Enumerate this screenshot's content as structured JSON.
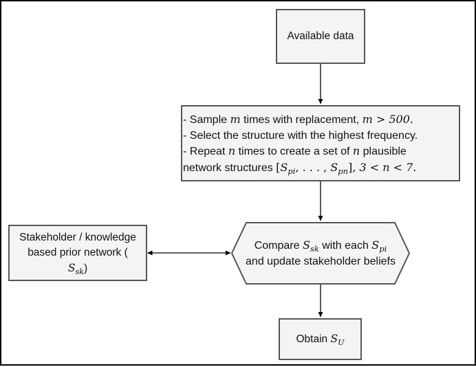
{
  "nodes": {
    "available_data": {
      "label": "Available data"
    },
    "sampling": {
      "line1_pre": "- Sample ",
      "line1_var": "m",
      "line1_mid": " times with replacement, ",
      "line1_cond": "m > 500.",
      "line2": "- Select the structure with the highest frequency.",
      "line3_pre": "- Repeat ",
      "line3_var": "n",
      "line3_mid": " times to create a set of ",
      "line3_var2": "n",
      "line3_post": " plausible",
      "line4_pre": "network structures ",
      "line4_set_open": "[",
      "line4_s1_base": "S",
      "line4_s1_sub": "pi",
      "line4_dots": ", . . . , ",
      "line4_s2_base": "S",
      "line4_s2_sub": "pn",
      "line4_set_close": "]",
      "line4_cond": ", 3 < n < 7."
    },
    "stakeholder": {
      "line1": "Stakeholder / knowledge",
      "line2": "based prior network (",
      "sym_base": "S",
      "sym_sub": "sk",
      "close": ")"
    },
    "compare": {
      "pre": "Compare ",
      "s1_base": "S",
      "s1_sub": "sk",
      "mid": " with each ",
      "s2_base": "S",
      "s2_sub": "pi",
      "line2": "and update stakeholder beliefs"
    },
    "obtain": {
      "pre": "Obtain ",
      "sym_base": "S",
      "sym_sub": "U"
    }
  },
  "colors": {
    "node_fill": "#f4f4f4",
    "node_stroke": "#555555",
    "edge": "#000000",
    "frame": "#000000"
  }
}
